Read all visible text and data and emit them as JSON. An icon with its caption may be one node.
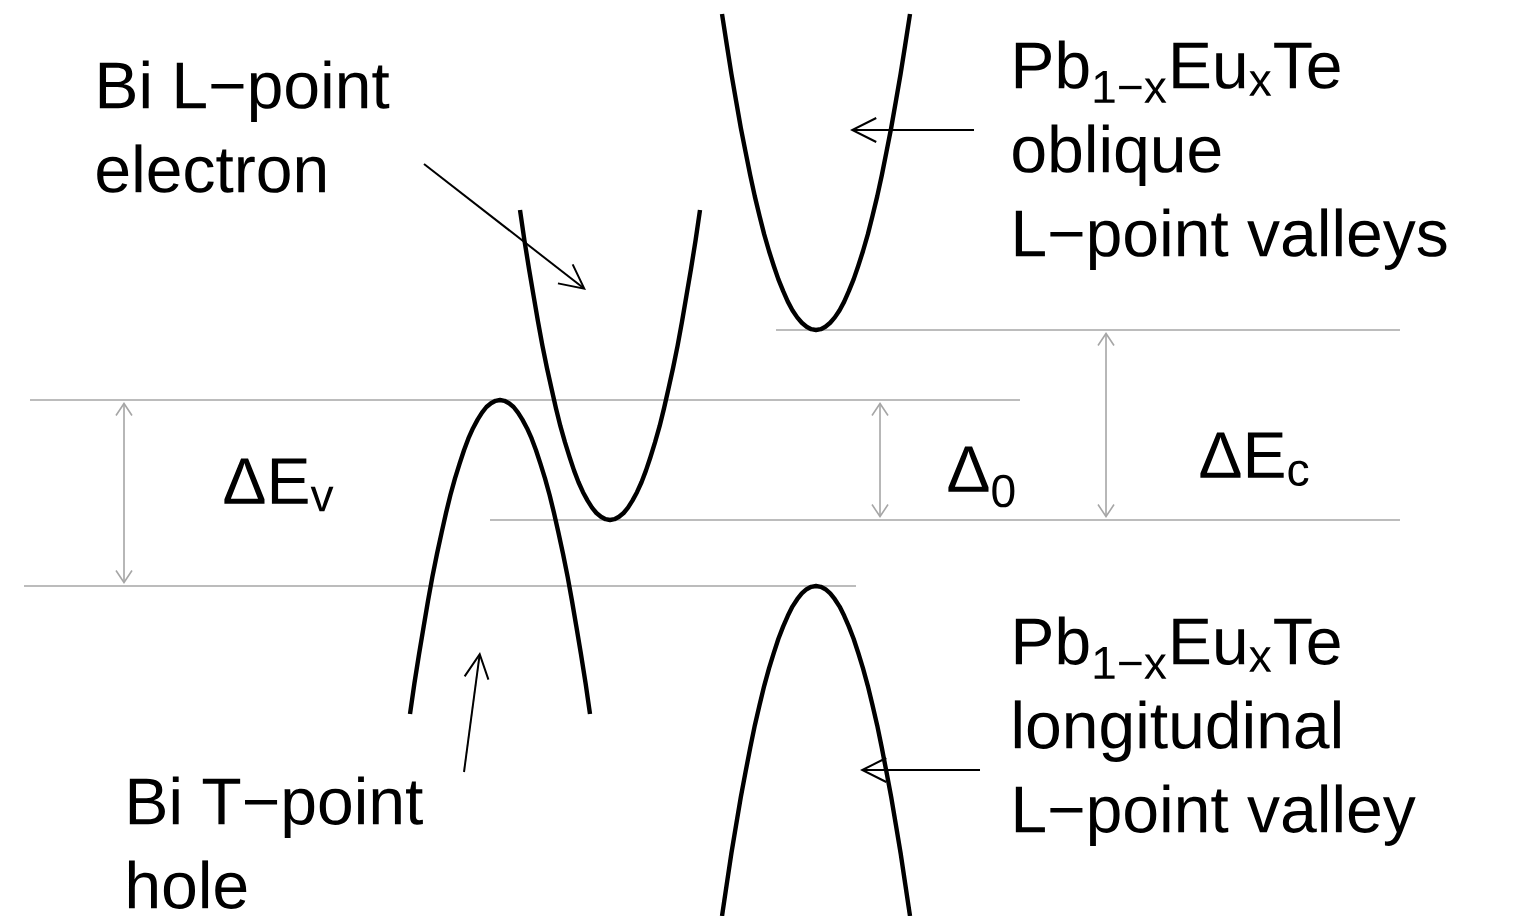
{
  "diagram": {
    "nodes": [
      {
        "text": [
          "Bi L−point electron"
        ]
      },
      {
        "text": [
          "Pb$_{1−x}$Eu$_{x}$Te oblique L−point valleys"
        ]
      },
      {
        "text": [
          "Bi T−point hole"
        ]
      },
      {
        "text": [
          "Pb$_{1−x}$Eu$_{x}$Te longitudinal L−point valley"
        ]
      },
      {
        "text": [],
        "shape": "curve"
      },
      {
        "text": [],
        "shape": "curve"
      },
      {
        "text": [],
        "shape": "curve"
      },
      {
        "text": [],
        "shape": "curve"
      }
    ],
    "edges": [
      {
        "from": 0,
        "to": 4,
        "arrow": "to"
      },
      {
        "from": 1,
        "to": 5,
        "arrow": "to"
      },
      {
        "from": 2,
        "to": 6,
        "arrow": "to"
      },
      {
        "from": 3,
        "to": 7,
        "arrow": "to"
      }
    ],
    "labels": [
      "ΔE$_{v}$",
      "Δ$_{0}$",
      "ΔE$_{c}$"
    ]
  }
}
